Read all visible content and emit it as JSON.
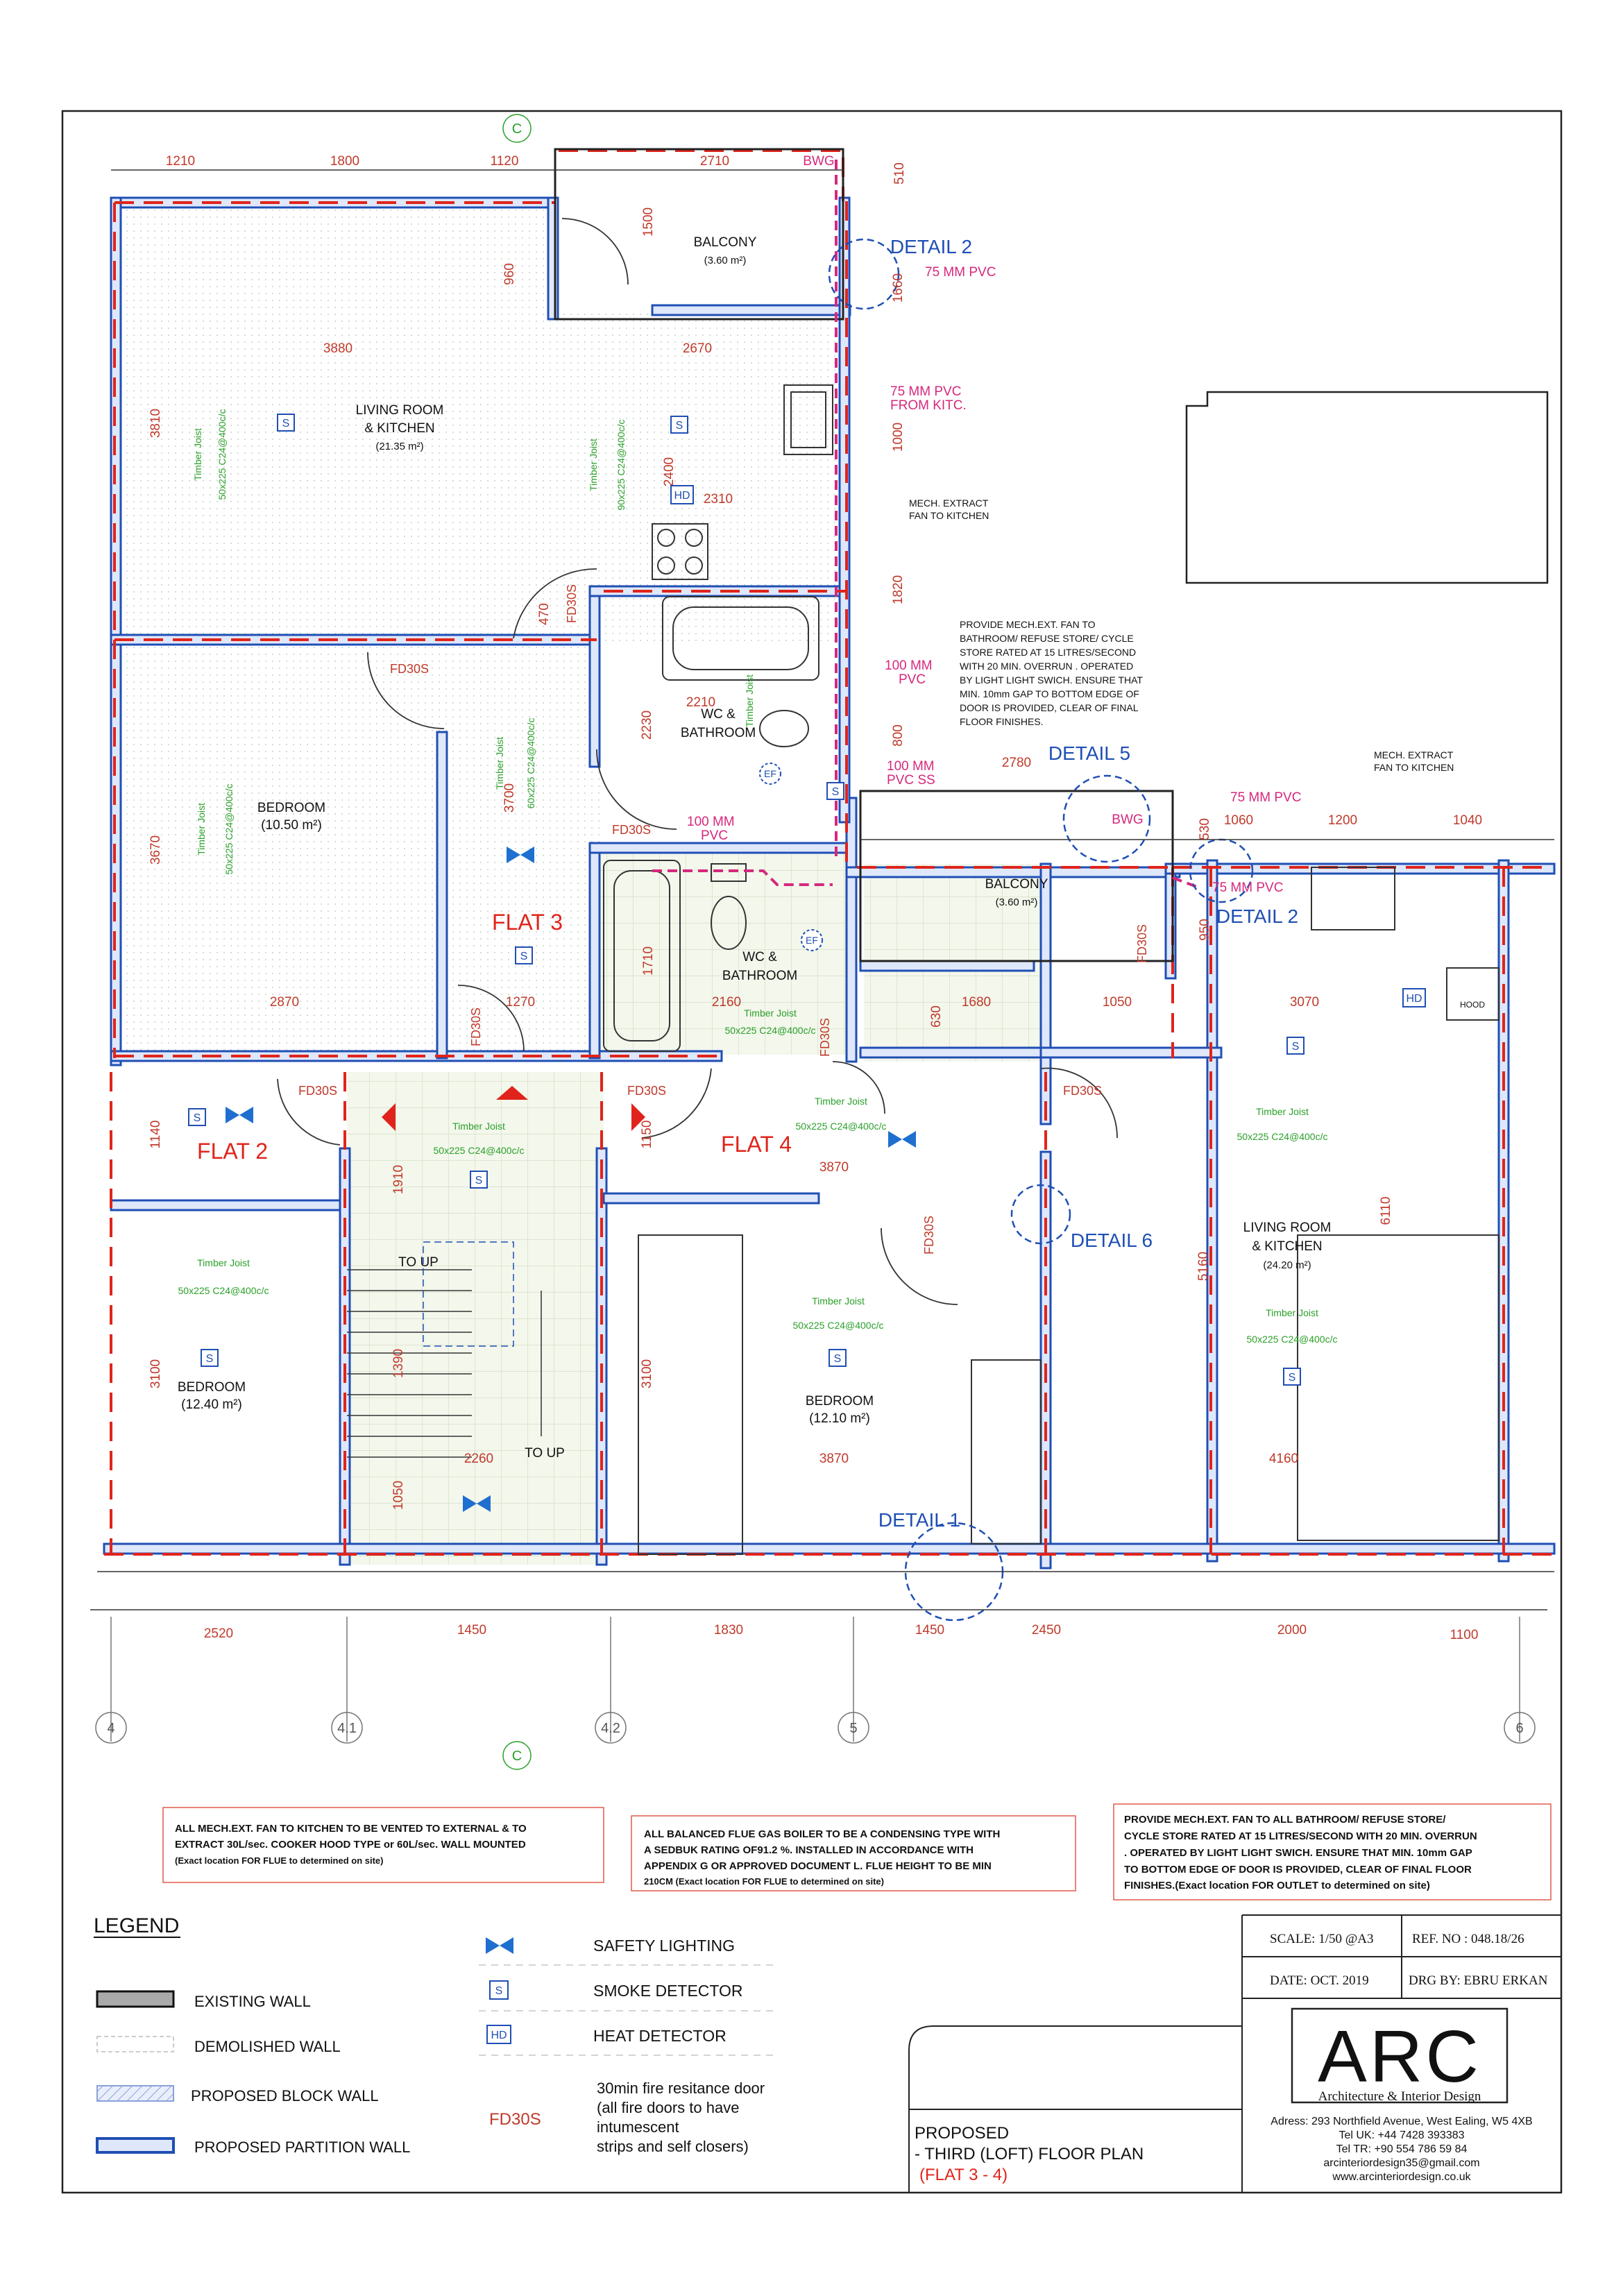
{
  "dimensions": {
    "top": [
      "1210",
      "1800",
      "1120",
      "2710",
      "510"
    ],
    "interior": [
      "960",
      "1500",
      "1660",
      "3880",
      "2670",
      "3810",
      "2400",
      "1000",
      "2310",
      "1820",
      "470",
      "2210",
      "2230",
      "800",
      "3700",
      "3670",
      "1710",
      "2870",
      "1270",
      "2160",
      "2780",
      "1060",
      "1200",
      "1040",
      "530",
      "950",
      "1680",
      "1050",
      "630",
      "3070",
      "1140",
      "1150",
      "1910",
      "3870",
      "6110",
      "5160",
      "3100",
      "1390",
      "3100",
      "2260",
      "1050",
      "3870",
      "4160"
    ],
    "bottom": [
      "2520",
      "1450",
      "1830",
      "1450",
      "2450",
      "2000",
      "1100"
    ]
  },
  "rooms": [
    {
      "name": "BALCONY",
      "area": "(3.60 m²)"
    },
    {
      "name": "LIVING ROOM\n& KITCHEN",
      "area": "(21.35 m²)"
    },
    {
      "name": "BEDROOM",
      "area": "(10.50 m²)"
    },
    {
      "name": "WC &\nBATHROOM",
      "area": ""
    },
    {
      "name": "WC &\nBATHROOM",
      "area": ""
    },
    {
      "name": "BALCONY",
      "area": "(3.60 m²)"
    },
    {
      "name": "LIVING ROOM\n& KITCHEN",
      "area": "(24.20 m²)"
    },
    {
      "name": "BEDROOM",
      "area": "(12.40 m²)"
    },
    {
      "name": "BEDROOM",
      "area": "(12.10 m²)"
    }
  ],
  "flats": [
    "FLAT 3",
    "FLAT 2",
    "FLAT 4"
  ],
  "details": [
    "DETAIL 2",
    "DETAIL 5",
    "DETAIL 2",
    "DETAIL 6",
    "DETAIL 1"
  ],
  "joist": "Timber Joist",
  "joist_spec_a": "50x225 C24@400c/c",
  "joist_spec_b": "90x225 C24@400c/c",
  "joist_spec_c": "60x225 C24@400c/c",
  "fd30s": "FD30S",
  "smoke_symbol": "S",
  "heat_symbol": "HD",
  "ef": "EF",
  "bwg": "BWG",
  "pipes": [
    "75 MM PVC",
    "75 MM PVC\nFROM KITC.",
    "100 MM\nPVC",
    "100 MM\nPVC SS",
    "100 MM\nPVC",
    "75 MM PVC",
    "75 MM PVC"
  ],
  "mech_notes": [
    "MECH. EXTRACT\nFAN TO KITCHEN",
    "MECH. EXTRACT\nFAN TO KITCHEN"
  ],
  "fan_note": "PROVIDE MECH.EXT. FAN TO\nBATHROOM/ REFUSE STORE/ CYCLE\nSTORE  RATED AT 15 LITRES/SECOND\nWITH 20 MIN. OVERRUN . OPERATED\nBY LIGHT LIGHT SWICH. ENSURE THAT\nMIN. 10mm GAP TO BOTTOM EDGE OF\nDOOR IS PROVIDED, CLEAR OF FINAL\nFLOOR FINISHES.",
  "hob": "HOOD",
  "to_up": [
    "TO UP",
    "TO UP"
  ],
  "grid": [
    "4",
    "4.1",
    "4.2",
    "5",
    "6"
  ],
  "section": "C",
  "boxes": [
    "ALL MECH.EXT. FAN TO KITCHEN TO BE VENTED TO EXTERNAL & TO\nEXTRACT 30L/sec. COOKER HOOD TYPE or 60L/sec. WALL MOUNTED\n(Exact location FOR FLUE to determined on site)",
    "ALL BALANCED FLUE GAS BOILER TO BE A CONDENSING TYPE WITH\nA SEDBUK RATING OF91.2 %. INSTALLED IN ACCORDANCE WITH\nAPPENDIX G OR APPROVED DOCUMENT L. FLUE HEIGHT TO BE MIN\n210CM (Exact location FOR FLUE to determined on site)",
    "PROVIDE MECH.EXT. FAN TO ALL BATHROOM/ REFUSE STORE/\nCYCLE STORE  RATED AT 15 LITRES/SECOND WITH 20 MIN. OVERRUN\n. OPERATED BY LIGHT LIGHT SWICH. ENSURE THAT MIN. 10mm GAP\nTO BOTTOM EDGE OF DOOR IS PROVIDED, CLEAR OF FINAL FLOOR\nFINISHES.(Exact location FOR OUTLET to determined on site)"
  ],
  "legend": {
    "title": "LEGEND",
    "walls": [
      "EXISTING WALL",
      "DEMOLISHED WALL",
      "PROPOSED BLOCK WALL",
      "PROPOSED PARTITION WALL"
    ],
    "symbols": [
      "SAFETY LIGHTING",
      "SMOKE DETECTOR",
      "HEAT DETECTOR"
    ],
    "fd_label": "FD30S",
    "fd_desc": "30min fire resitance door\n(all fire doors to have\nintumescent\nstrips and self closers)"
  },
  "title_block": {
    "scale": "SCALE:  1/50 @A3",
    "ref": "REF. NO : 048.18/26",
    "date": "DATE:  OCT. 2019",
    "drawn": "DRG BY:   EBRU ERKAN",
    "logo": "ARC",
    "logo_sub": "Architecture & Interior Design",
    "address": "Adress: 293 Northfield Avenue, West Ealing, W5 4XB",
    "tel_uk": "Tel UK: +44 7428 393383",
    "tel_tr": "Tel TR: +90 554 786 59 84",
    "email": "arcinteriordesign35@gmail.com",
    "web": "www.arcinteriordesign.co.uk",
    "proposed": "PROPOSED",
    "plan": "- THIRD (LOFT) FLOOR PLAN",
    "flats": "(FLAT 3 - 4)"
  },
  "colors": {
    "partition": "#1f4fb4",
    "fire_line": "#e0241b",
    "dimension": "#c0392b",
    "joist": "#2aa02a",
    "pipe": "#d6287c"
  }
}
